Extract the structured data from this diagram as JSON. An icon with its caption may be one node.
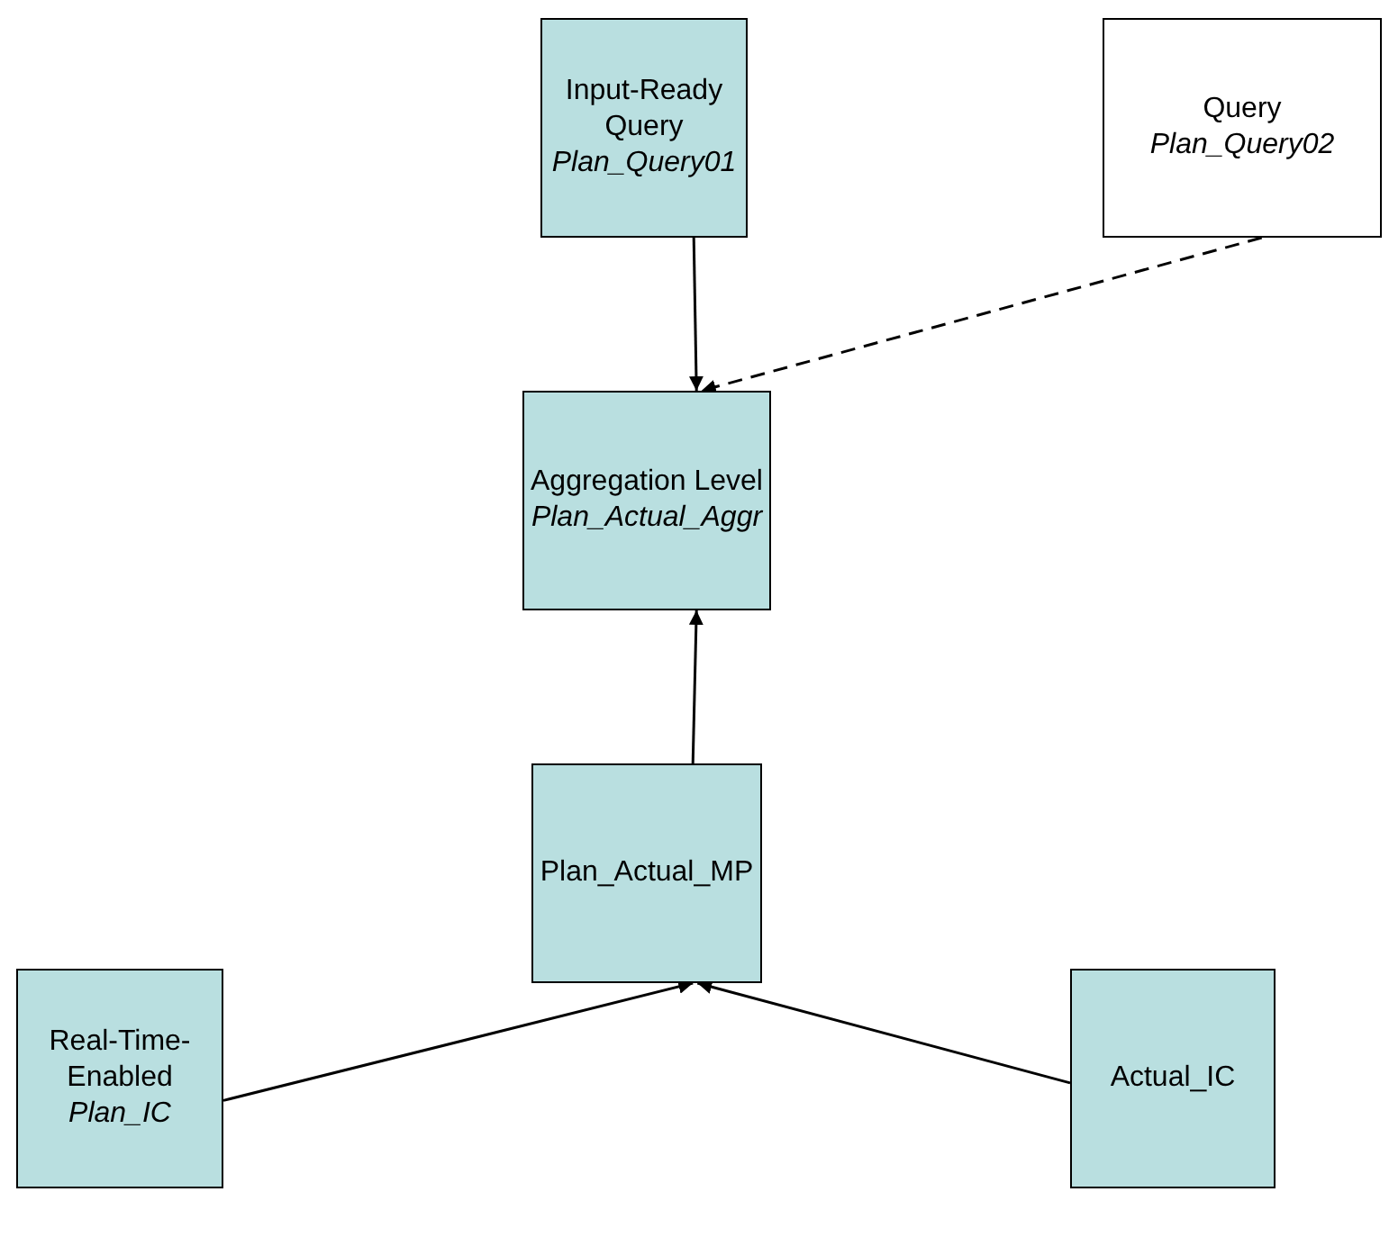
{
  "diagram": {
    "nodes": [
      {
        "text": [
          "Input-Ready Query",
          "Plan_Query01"
        ]
      },
      {
        "text": [
          "Query",
          "Plan_Query02"
        ]
      },
      {
        "text": [
          "Aggregation Level",
          "Plan_Actual_Aggr"
        ]
      },
      {
        "text": [
          "Plan_Actual_MP"
        ]
      },
      {
        "text": [
          "Real-Time-Enabled",
          "Plan_IC"
        ]
      },
      {
        "text": [
          "Actual_IC"
        ]
      }
    ],
    "edges": [
      {
        "from": 0,
        "to": 2,
        "arrow": "to"
      },
      {
        "from": 1,
        "to": 2,
        "arrow": "to",
        "style": "dashed"
      },
      {
        "from": 3,
        "to": 2,
        "arrow": "to"
      },
      {
        "from": 4,
        "to": 3,
        "arrow": "to"
      },
      {
        "from": 5,
        "to": 3,
        "arrow": "to"
      }
    ]
  }
}
